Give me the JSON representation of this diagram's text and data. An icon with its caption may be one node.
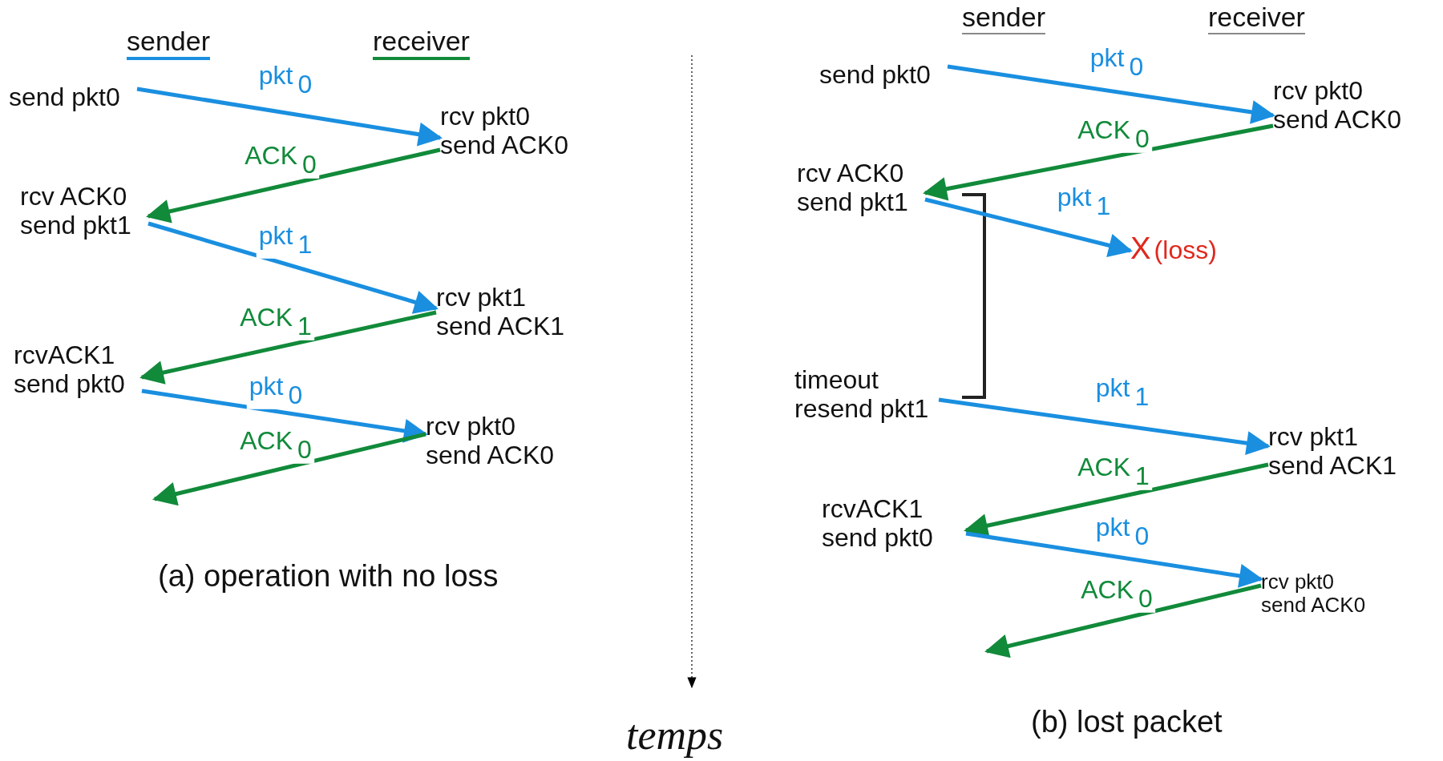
{
  "diagram": {
    "nodes": [
      {
        "text": [
          "send pkt0"
        ]
      },
      {
        "text": [
          "rcv pkt0 send ACK0"
        ]
      },
      {
        "text": [
          "rcv ACK0 send pkt1"
        ]
      },
      {
        "text": [
          "rcv pkt1 send ACK1"
        ]
      },
      {
        "text": [
          "rcvACK1 send pkt0"
        ]
      },
      {
        "text": [
          "rcv pkt0 send ACK0"
        ]
      },
      {
        "text": [
          "send pkt0"
        ]
      },
      {
        "text": [
          "rcv pkt0 send ACK0"
        ]
      },
      {
        "text": [
          "rcv ACK0 send pkt1"
        ]
      },
      {
        "text": [
          "X",
          "(loss)"
        ]
      },
      {
        "text": [
          "timeout resend pkt1"
        ]
      },
      {
        "text": [
          "rcv pkt1 send ACK1"
        ]
      },
      {
        "text": [
          "rcvACK1 send pkt0"
        ]
      },
      {
        "text": [
          "rcv pkt0 send ACK0"
        ]
      }
    ],
    "edges": [
      {
        "from": 0,
        "to": 1,
        "arrow": "to",
        "label": "pkt$_{0}$"
      },
      {
        "from": 1,
        "to": 2,
        "arrow": "to",
        "label": "ACK$_{0}$",
        "color": "#118a3a"
      },
      {
        "from": 2,
        "to": 3,
        "arrow": "to",
        "label": "pkt$_{1}$"
      },
      {
        "from": 3,
        "to": 4,
        "arrow": "to",
        "label": "ACK$_{1}$",
        "color": "#118a3a"
      },
      {
        "from": 4,
        "to": 5,
        "arrow": "to",
        "label": "pkt$_{0}$"
      },
      {
        "from": 5,
        "to": null,
        "arrow": "to",
        "label": "ACK$_{0}$",
        "color": "#118a3a"
      },
      {
        "from": 6,
        "to": 7,
        "arrow": "to",
        "label": "pkt$_{0}$"
      },
      {
        "from": 7,
        "to": 8,
        "arrow": "to",
        "label": "ACK$_{0}$",
        "color": "#118a3a"
      },
      {
        "from": 8,
        "to": 9,
        "arrow": "to",
        "label": "pkt$_{1}$"
      },
      {
        "from": 10,
        "to": 11,
        "arrow": "to",
        "label": "pkt$_{1}$"
      },
      {
        "from": 11,
        "to": 12,
        "arrow": "to",
        "label": "ACK$_{1}$",
        "color": "#118a3a"
      },
      {
        "from": 12,
        "to": 13,
        "arrow": "to",
        "label": "pkt$_{0}$"
      },
      {
        "from": 13,
        "to": null,
        "arrow": "to",
        "label": "ACK$_{0}$",
        "color": "#118a3a"
      }
    ],
    "labels": [
      "sender",
      "receiver",
      "sender",
      "receiver",
      "(a) operation with no loss",
      "temps",
      "(b) lost packet"
    ]
  }
}
